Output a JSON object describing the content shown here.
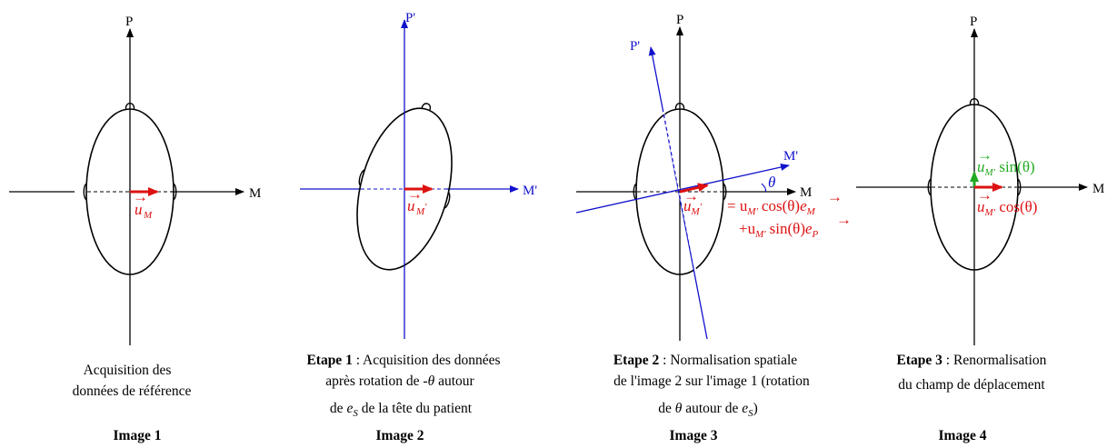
{
  "colors": {
    "black": "#000000",
    "blue": "#1111cc",
    "red": "#dd1111",
    "green": "#22aa22"
  },
  "panels": [
    {
      "axis_v": "P",
      "axis_h": "M",
      "vector": {
        "u": "u",
        "sub": "M",
        "prime": ""
      },
      "caption_lines": [
        "Acquisition des",
        "données de référence"
      ],
      "image_label": "Image 1"
    },
    {
      "axis_v": "P'",
      "axis_h": "M'",
      "vector": {
        "u": "u",
        "sub": "M",
        "prime": "′"
      },
      "caption_step": "Etape 1",
      "caption_line1_rest": " : Acquisition des données",
      "caption_line2_a": "après rotation de -",
      "caption_line2_theta": "θ",
      "caption_line2_b": " autour",
      "caption_line3_a": "de ",
      "caption_line3_e": "e",
      "caption_line3_sub": "S",
      "caption_line3_b": " de la tête du patient",
      "image_label": "Image 2"
    },
    {
      "axis_v": "P",
      "axis_h": "M",
      "rot_v": "P'",
      "rot_h": "M'",
      "theta": "θ",
      "formula": {
        "line1_rhs": "= u",
        "line1_sub": "M′",
        "line1_cos": "cos(θ)",
        "line1_e": "e",
        "line1_esub": "M",
        "line2_plus": "+u",
        "line2_sub": "M′",
        "line2_sin": "sin(θ)",
        "line2_e": "e",
        "line2_esub": "P"
      },
      "vector": {
        "u": "u",
        "sub": "M",
        "prime": "′"
      },
      "caption_step": "Etape 2",
      "caption_line1_rest": " : Normalisation spatiale",
      "caption_line2": "de l'image 2 sur l'image 1 (rotation",
      "caption_line3_a": "de ",
      "caption_line3_theta": "θ",
      "caption_line3_b": " autour de ",
      "caption_line3_e": "e",
      "caption_line3_sub": "S",
      "caption_line3_c": ")",
      "image_label": "Image 3"
    },
    {
      "axis_v": "P",
      "axis_h": "M",
      "green_label": {
        "u": "u",
        "sub": "M′",
        "fn": " sin(θ)"
      },
      "red_label": {
        "u": "u",
        "sub": "M′",
        "fn": " cos(θ)"
      },
      "caption_step": "Etape 3",
      "caption_line1_rest": " : Renormalisation",
      "caption_line2": "du champ de déplacement",
      "image_label": "Image 4"
    }
  ]
}
